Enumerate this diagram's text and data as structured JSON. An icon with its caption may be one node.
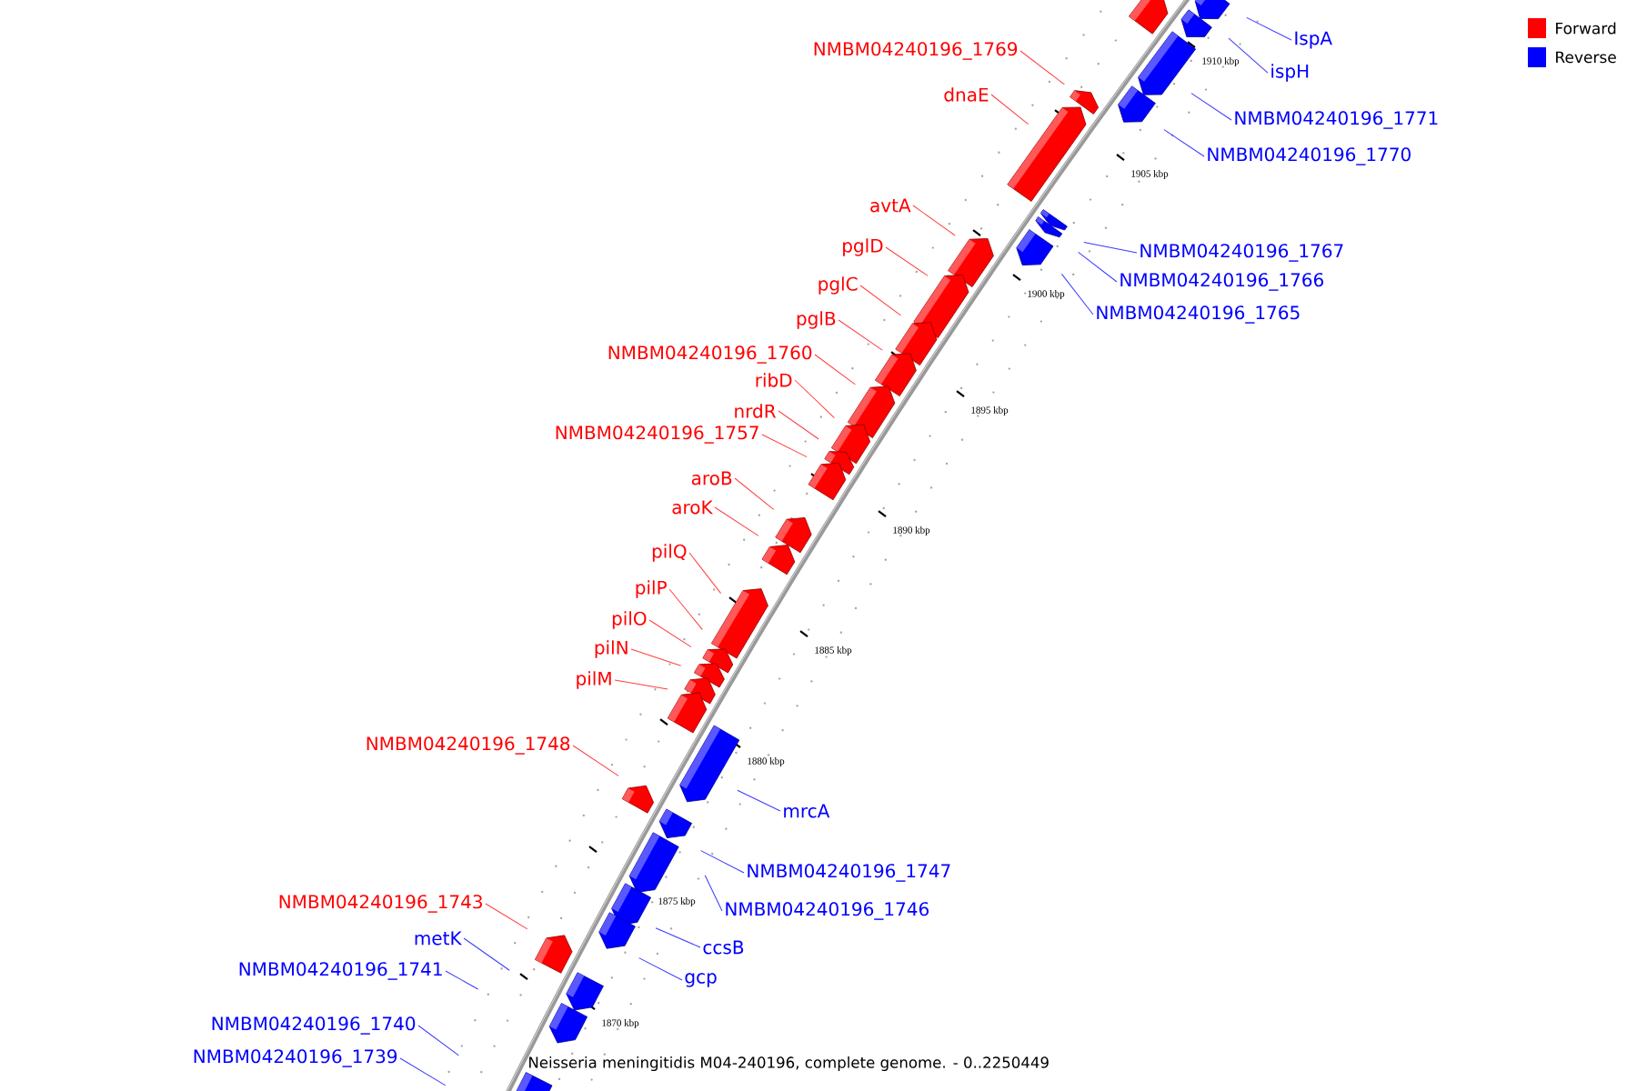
{
  "diagram": {
    "caption": "Neisseria meningitidis M04-240196, complete genome. - 0..2250449",
    "nodes": [
      {
        "text": [
          "IspA"
        ]
      },
      {
        "text": [
          "NMBM04240196_1769"
        ]
      },
      {
        "text": [
          "ispH"
        ]
      },
      {
        "text": [
          "dnaE"
        ]
      },
      {
        "text": [
          "NMBM04240196_1771"
        ]
      },
      {
        "text": [
          "NMBM04240196_1770"
        ]
      },
      {
        "text": [
          "avtA"
        ]
      },
      {
        "text": [
          "pglD"
        ]
      },
      {
        "text": [
          "NMBM04240196_1767"
        ]
      },
      {
        "text": [
          "NMBM04240196_1766"
        ]
      },
      {
        "text": [
          "pglC"
        ]
      },
      {
        "text": [
          "NMBM04240196_1765"
        ]
      },
      {
        "text": [
          "pglB"
        ]
      },
      {
        "text": [
          "NMBM04240196_1760"
        ]
      },
      {
        "text": [
          "ribD"
        ]
      },
      {
        "text": [
          "nrdR"
        ]
      },
      {
        "text": [
          "NMBM04240196_1757"
        ]
      },
      {
        "text": [
          "aroB"
        ]
      },
      {
        "text": [
          "aroK"
        ]
      },
      {
        "text": [
          "pilQ"
        ]
      },
      {
        "text": [
          "pilP"
        ]
      },
      {
        "text": [
          "pilO"
        ]
      },
      {
        "text": [
          "pilN"
        ]
      },
      {
        "text": [
          "pilM"
        ]
      },
      {
        "text": [
          "NMBM04240196_1748"
        ]
      },
      {
        "text": [
          "mrcA"
        ]
      },
      {
        "text": [
          "NMBM04240196_1747"
        ]
      },
      {
        "text": [
          "NMBM04240196_1743"
        ]
      },
      {
        "text": [
          "NMBM04240196_1746"
        ]
      },
      {
        "text": [
          "metK"
        ]
      },
      {
        "text": [
          "ccsB"
        ]
      },
      {
        "text": [
          "NMBM04240196_1741"
        ]
      },
      {
        "text": [
          "gcp"
        ]
      },
      {
        "text": [
          "NMBM04240196_1740"
        ]
      },
      {
        "text": [
          "NMBM04240196_1739"
        ]
      }
    ],
    "edges": [
      {
        "from": 0,
        "to": null,
        "arrow": "none",
        "color": "#3b3bff"
      },
      {
        "from": 1,
        "to": null,
        "arrow": "none"
      },
      {
        "from": 2,
        "to": null,
        "arrow": "none",
        "color": "#3b3bff"
      },
      {
        "from": 3,
        "to": null,
        "arrow": "none"
      },
      {
        "from": 4,
        "to": null,
        "arrow": "none",
        "color": "#3b3bff"
      },
      {
        "from": 5,
        "to": null,
        "arrow": "none",
        "color": "#3b3bff"
      },
      {
        "from": 6,
        "to": null,
        "arrow": "none"
      },
      {
        "from": 7,
        "to": null,
        "arrow": "none"
      },
      {
        "from": 8,
        "to": null,
        "arrow": "none",
        "color": "#3b3bff"
      },
      {
        "from": 9,
        "to": null,
        "arrow": "none",
        "color": "#3b3bff"
      },
      {
        "from": 10,
        "to": null,
        "arrow": "none"
      },
      {
        "from": 11,
        "to": null,
        "arrow": "none",
        "color": "#3b3bff"
      },
      {
        "from": 12,
        "to": null,
        "arrow": "none"
      },
      {
        "from": 13,
        "to": null,
        "arrow": "none"
      },
      {
        "from": 14,
        "to": null,
        "arrow": "none"
      },
      {
        "from": 15,
        "to": null,
        "arrow": "none"
      },
      {
        "from": 16,
        "to": null,
        "arrow": "none"
      },
      {
        "from": 17,
        "to": null,
        "arrow": "none"
      },
      {
        "from": 18,
        "to": null,
        "arrow": "none"
      },
      {
        "from": 19,
        "to": null,
        "arrow": "none"
      },
      {
        "from": 20,
        "to": null,
        "arrow": "none"
      },
      {
        "from": 21,
        "to": null,
        "arrow": "none"
      },
      {
        "from": 22,
        "to": null,
        "arrow": "none"
      },
      {
        "from": 23,
        "to": null,
        "arrow": "none"
      },
      {
        "from": 24,
        "to": null,
        "arrow": "none"
      },
      {
        "from": 25,
        "to": null,
        "arrow": "none",
        "color": "#3b3bff"
      },
      {
        "from": 26,
        "to": null,
        "arrow": "none",
        "color": "#3b3bff"
      },
      {
        "from": 27,
        "to": null,
        "arrow": "none"
      },
      {
        "from": 28,
        "to": null,
        "arrow": "none",
        "color": "#3b3bff"
      },
      {
        "from": 29,
        "to": null,
        "arrow": "none",
        "color": "#3b3bff"
      },
      {
        "from": 30,
        "to": null,
        "arrow": "none",
        "color": "#3b3bff"
      },
      {
        "from": 31,
        "to": null,
        "arrow": "none",
        "color": "#3b3bff"
      },
      {
        "from": 32,
        "to": null,
        "arrow": "none",
        "color": "#3b3bff"
      },
      {
        "from": 33,
        "to": null,
        "arrow": "none",
        "color": "#3b3bff"
      },
      {
        "from": 34,
        "to": null,
        "arrow": "none",
        "color": "#3b3bff"
      }
    ],
    "labels": [
      "1910 kbp",
      "1905 kbp",
      "1900 kbp",
      "1895 kbp",
      "1890 kbp",
      "1885 kbp",
      "1880 kbp",
      "1875 kbp",
      "1870 kbp"
    ],
    "legend": [
      {
        "text": "Forward",
        "color": "#ff0000"
      },
      {
        "text": "Reverse",
        "color": "#0000ff"
      }
    ]
  }
}
